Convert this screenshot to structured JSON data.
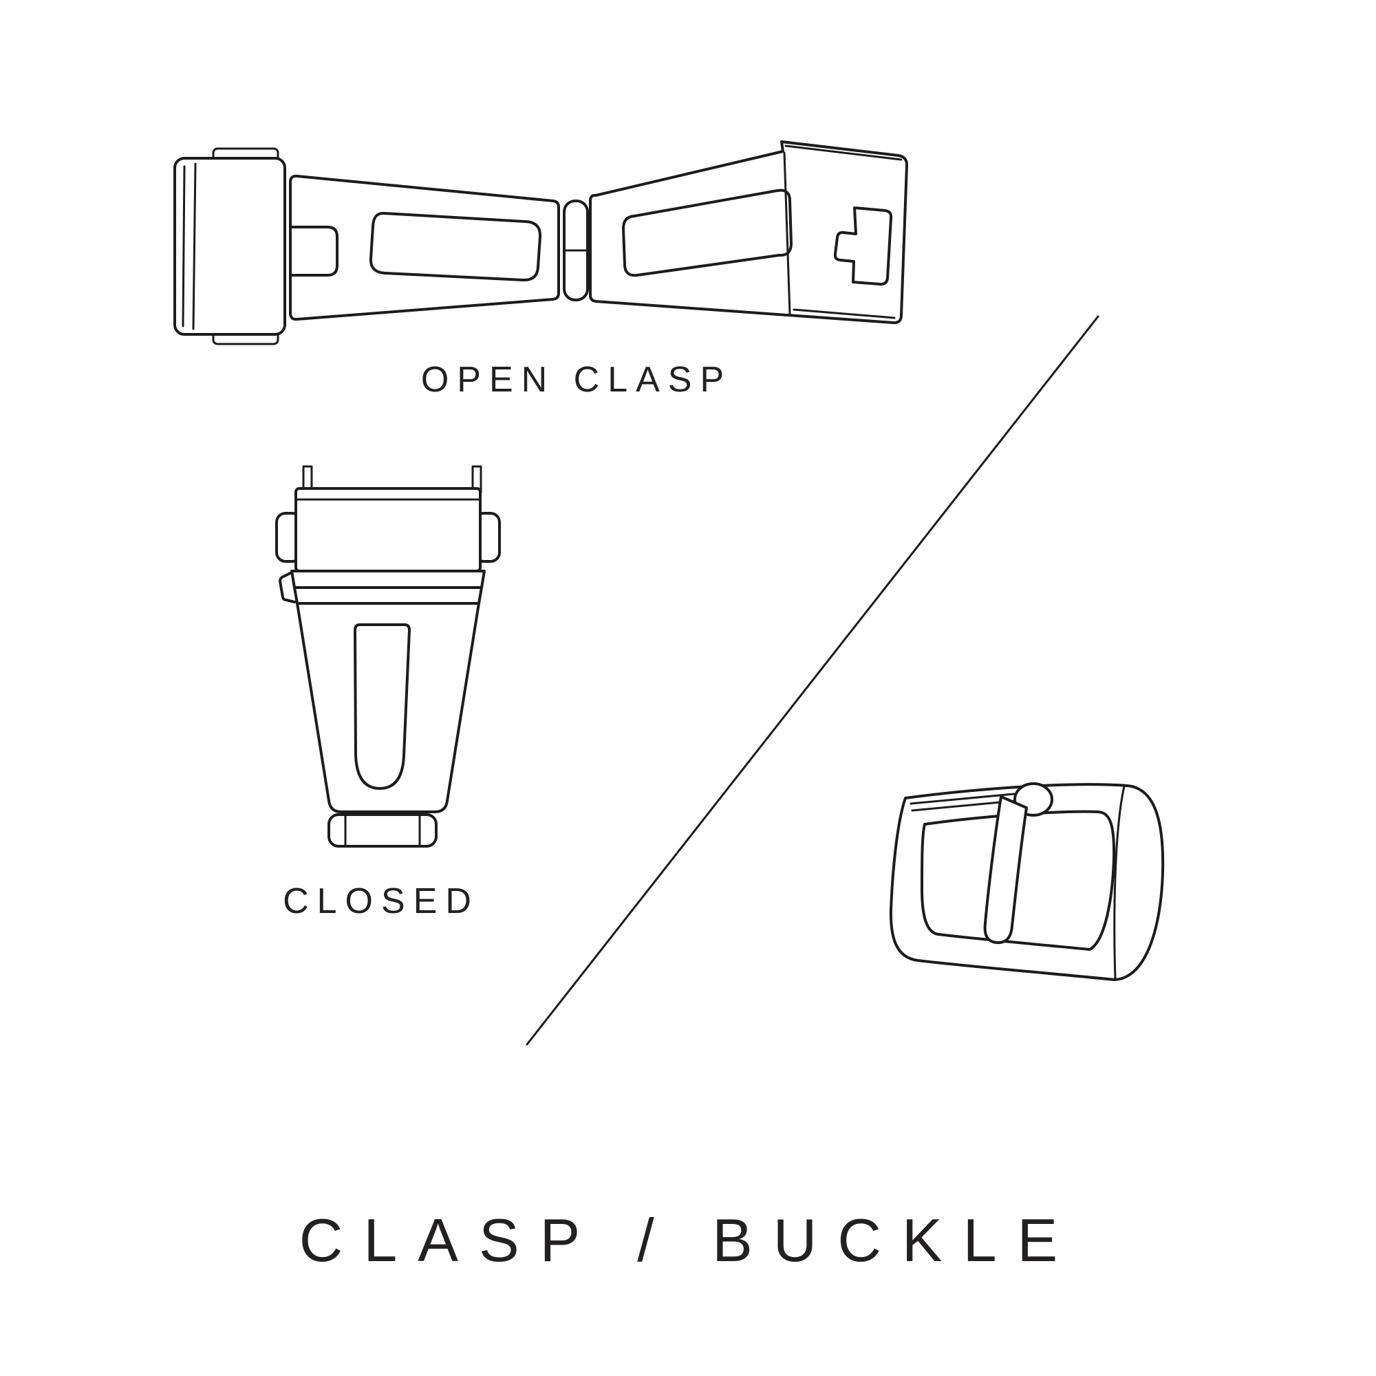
{
  "page": {
    "title": "CLASP / BUCKLE",
    "background_color": "#ffffff",
    "line_color": "#1c1c1c",
    "text_color": "#232021"
  },
  "labels": {
    "open_clasp": "OPEN CLASP",
    "closed": "CLOSED"
  },
  "illustrations": [
    {
      "name": "open-clasp-line-drawing",
      "caption": "OPEN CLASP"
    },
    {
      "name": "closed-clasp-line-drawing",
      "caption": "CLOSED"
    },
    {
      "name": "tang-buckle-line-drawing",
      "caption": ""
    },
    {
      "name": "diagonal-divider-line",
      "caption": ""
    }
  ]
}
